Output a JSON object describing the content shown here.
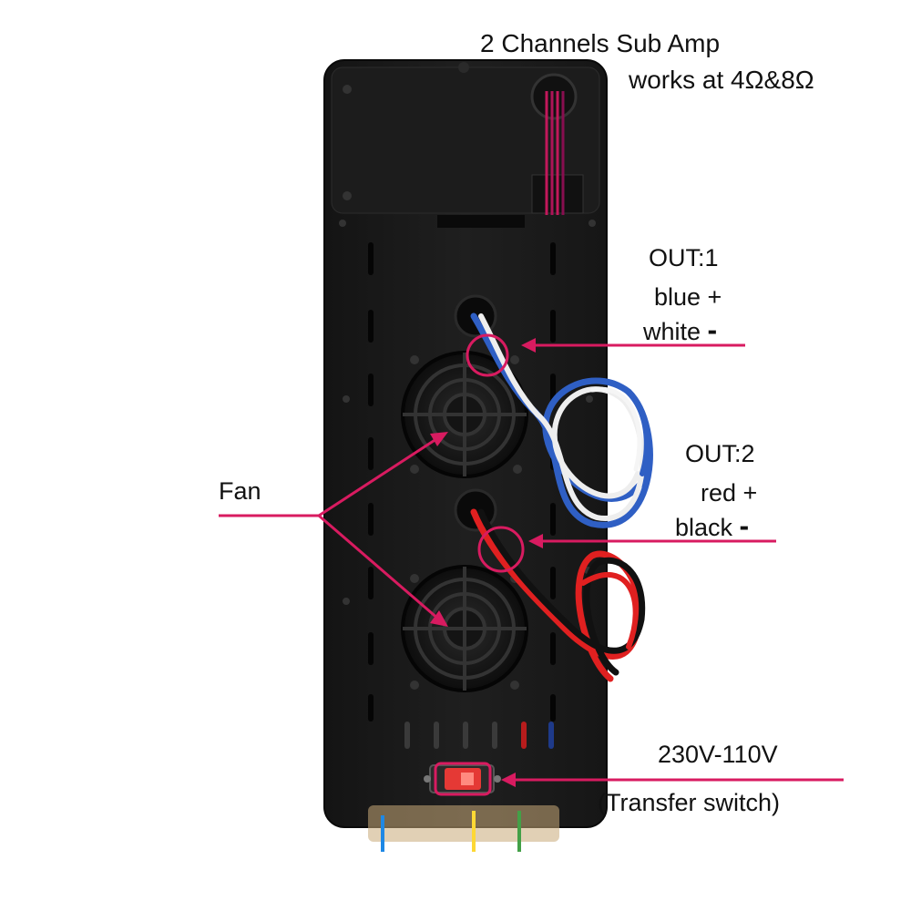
{
  "title": {
    "line1": "2 Channels Sub Amp",
    "line2": "works at 4Ω&8Ω"
  },
  "out1": {
    "heading": "OUT:1",
    "positive": "blue +",
    "negative": "white",
    "negative_sign": "-"
  },
  "out2": {
    "heading": "OUT:2",
    "positive": "red +",
    "negative": "black",
    "negative_sign": "-"
  },
  "fan": {
    "label": "Fan"
  },
  "switch": {
    "voltage": "230V-110V",
    "description": "(Transfer switch)"
  },
  "colors": {
    "annotation": "#d81b60",
    "panel": "#1b1b1b",
    "panel_edge": "#2a2a2a",
    "wire_blue": "#2f5fc4",
    "wire_white": "#eeeeee",
    "wire_red": "#e02020",
    "wire_black": "#111111",
    "switch_red": "#e53935"
  }
}
